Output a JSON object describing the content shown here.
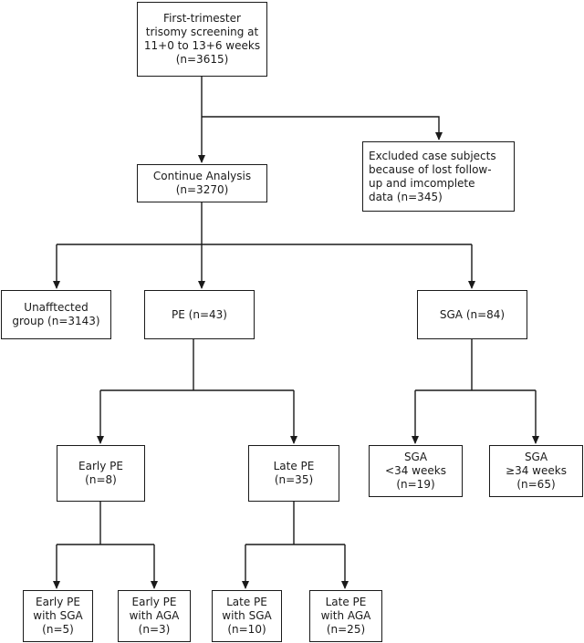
{
  "boxes": {
    "screening": {
      "lines": [
        "First-trimester",
        "trisomy screening at",
        "11+0 to 13+6 weeks",
        "(n=3615)"
      ]
    },
    "excluded": {
      "lines": [
        "Excluded case subjects",
        "because of lost follow-",
        "up and imcomplete",
        "data (n=345)"
      ]
    },
    "continue": {
      "lines": [
        "Continue Analysis",
        "(n=3270)"
      ]
    },
    "unaffected": {
      "lines": [
        "Unafftected",
        "group (n=3143)"
      ]
    },
    "pe": {
      "lines": [
        "PE (n=43)"
      ]
    },
    "sga": {
      "lines": [
        "SGA (n=84)"
      ]
    },
    "early_pe": {
      "lines": [
        "Early PE",
        "(n=8)"
      ]
    },
    "late_pe": {
      "lines": [
        "Late PE",
        "(n=35)"
      ]
    },
    "sga_lt34": {
      "lines": [
        "SGA",
        "<34 weeks",
        "(n=19)"
      ]
    },
    "sga_ge34": {
      "lines": [
        "SGA",
        "≥34 weeks",
        "(n=65)"
      ]
    },
    "early_pe_sga": {
      "lines": [
        "Early PE",
        "with SGA",
        "(n=5)"
      ]
    },
    "early_pe_aga": {
      "lines": [
        "Early PE",
        "with AGA",
        "(n=3)"
      ]
    },
    "late_pe_sga": {
      "lines": [
        "Late PE",
        "with SGA",
        "(n=10)"
      ]
    },
    "late_pe_aga": {
      "lines": [
        "Late PE",
        "with AGA",
        "(n=25)"
      ]
    }
  }
}
